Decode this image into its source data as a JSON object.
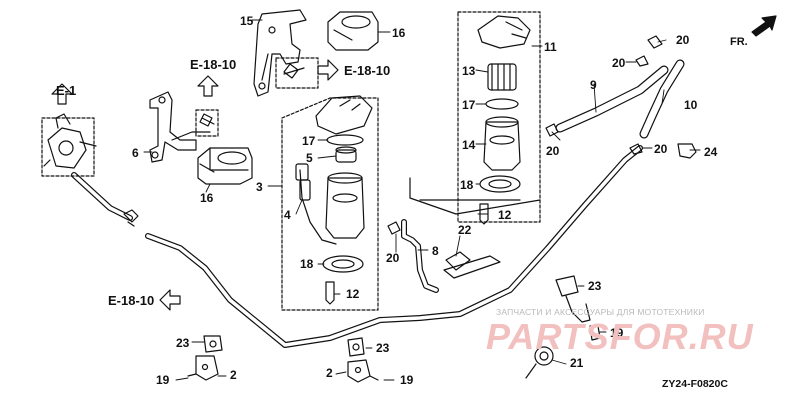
{
  "diagram": {
    "sections": {
      "e1": "E-1",
      "e18_top_left": "E-18-10",
      "e18_top_mid": "E-18-10",
      "e18_bottom_left": "E-18-10"
    },
    "direction": "FR.",
    "refs": {
      "r2a": "2",
      "r2b": "2",
      "r3": "3",
      "r4": "4",
      "r5": "5",
      "r6": "6",
      "r8": "8",
      "r9": "9",
      "r10": "10",
      "r11": "11",
      "r12a": "12",
      "r12b": "12",
      "r13": "13",
      "r14": "14",
      "r15": "15",
      "r16a": "16",
      "r16b": "16",
      "r17a": "17",
      "r17b": "17",
      "r18a": "18",
      "r18b": "18",
      "r19a": "19",
      "r19b": "19",
      "r19c": "19",
      "r20a": "20",
      "r20b": "20",
      "r20c": "20",
      "r20d": "20",
      "r20e": "20",
      "r21": "21",
      "r22": "22",
      "r23a": "23",
      "r23b": "23",
      "r23c": "23",
      "r24": "24"
    },
    "figure_code": "ZY24-F0820C"
  },
  "watermark": {
    "text": "ЗАПЧАСТИ И АКСЕССУАРЫ ДЛЯ МОТОТЕХНИКИ",
    "logo": "PARTSFOR.RU"
  }
}
